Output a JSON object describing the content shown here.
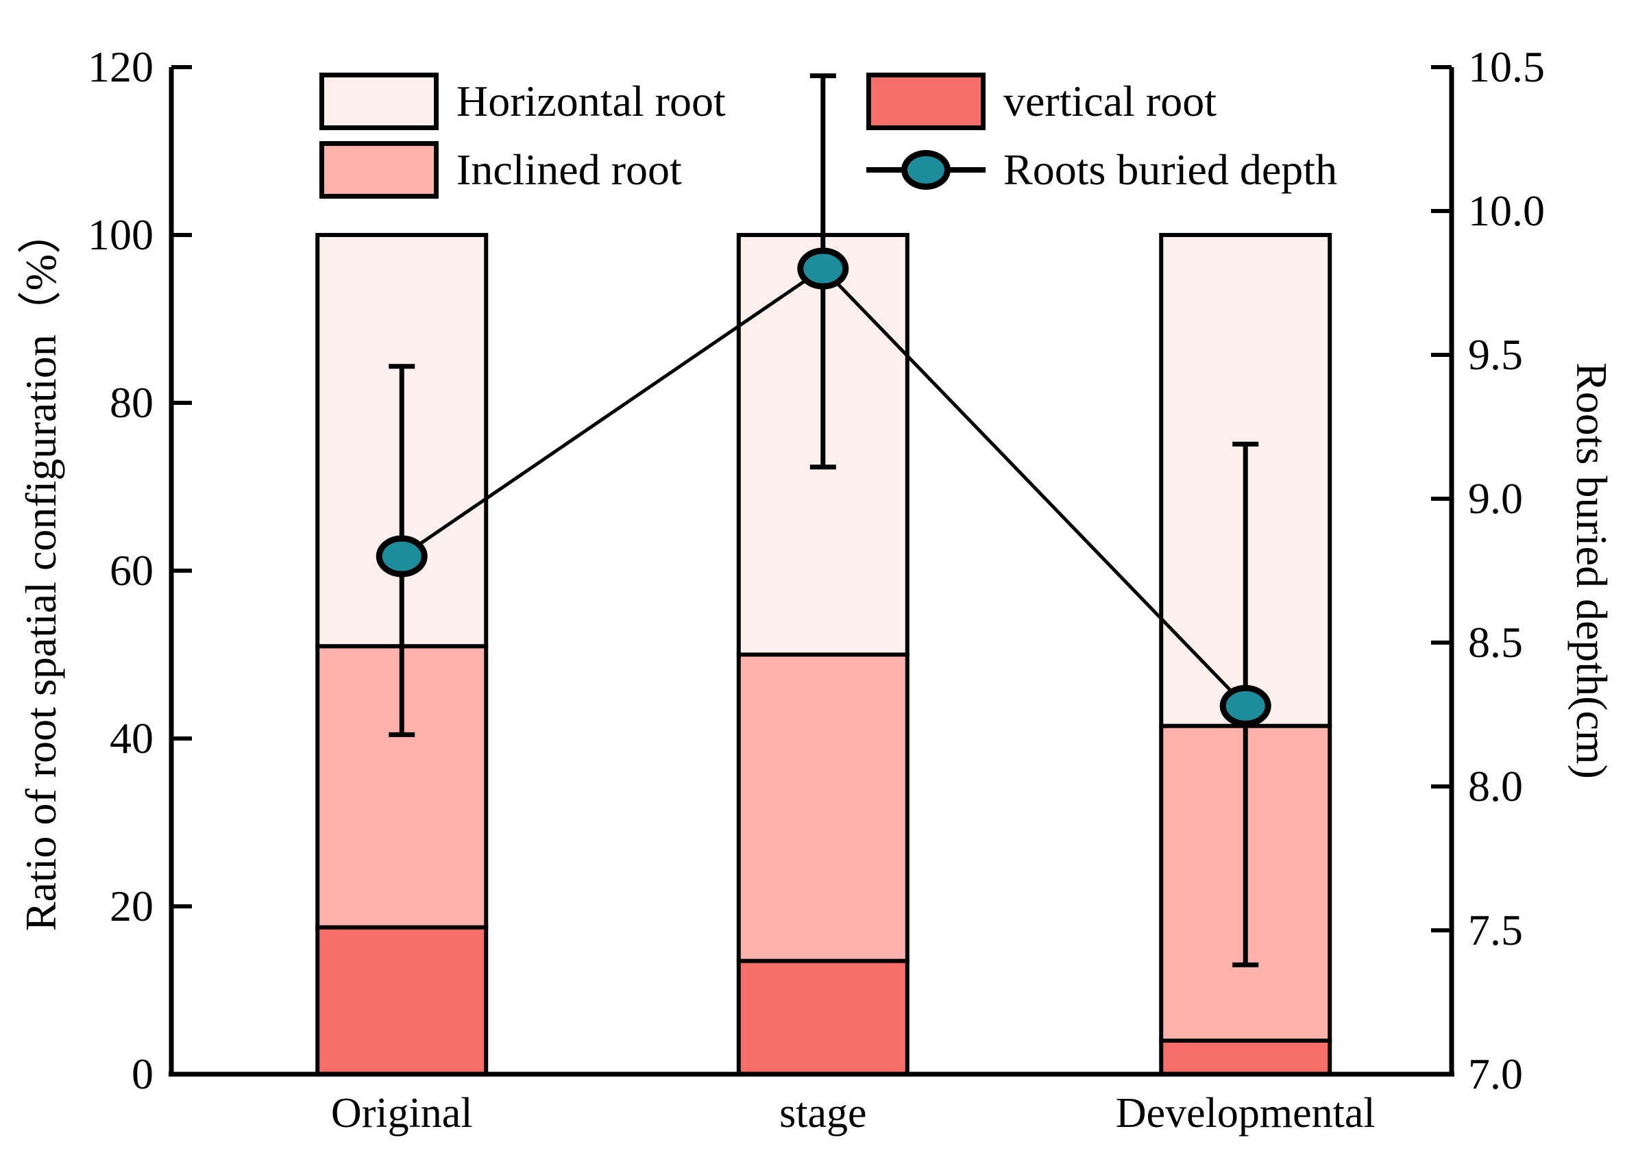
{
  "chart_data": {
    "type": "bar",
    "subtype": "stacked-bar-with-line",
    "title": "",
    "categories": [
      "Original",
      "stage",
      "Developmental"
    ],
    "series": [
      {
        "name": "vertical root",
        "role": "bar-bottom",
        "values": [
          17.5,
          13.5,
          4.0
        ],
        "color": "#f76e69"
      },
      {
        "name": "Inclined root",
        "role": "bar-middle",
        "values": [
          33.5,
          36.5,
          37.5
        ],
        "color": "#ffb1ac"
      },
      {
        "name": "Horizontal root",
        "role": "bar-top",
        "values": [
          49.0,
          50.0,
          58.5
        ],
        "color": "#fcf0ed"
      }
    ],
    "line_series": {
      "name": "Roots buried depth",
      "values": [
        8.8,
        9.8,
        8.28
      ],
      "err_minus": [
        0.62,
        0.69,
        0.9
      ],
      "err_plus": [
        0.66,
        0.67,
        0.91
      ],
      "marker_color": "#1d8c9b",
      "line_color": "#000000"
    },
    "left_axis": {
      "label": "Ratio of root spatial configuration（%）",
      "min": 0,
      "max": 120,
      "step": 20,
      "ticks": [
        "0",
        "20",
        "40",
        "60",
        "80",
        "100",
        "120"
      ]
    },
    "right_axis": {
      "label": "Roots buried depth(cm)",
      "min": 7.0,
      "max": 10.5,
      "step": 0.5,
      "ticks": [
        "7.0",
        "7.5",
        "8.0",
        "8.5",
        "9.0",
        "9.5",
        "10.0",
        "10.5"
      ]
    },
    "legend": [
      {
        "label": "Horizontal root",
        "swatch": "#fcf0ed",
        "kind": "patch"
      },
      {
        "label": "Inclined root",
        "swatch": "#ffb1ac",
        "kind": "patch"
      },
      {
        "label": "vertical root",
        "swatch": "#f76e69",
        "kind": "patch"
      },
      {
        "label": "Roots buried depth",
        "swatch": "#1d8c9b",
        "kind": "marker-line"
      }
    ],
    "grid": false,
    "legend_position": "top-inside",
    "axis_color": "#000000"
  }
}
